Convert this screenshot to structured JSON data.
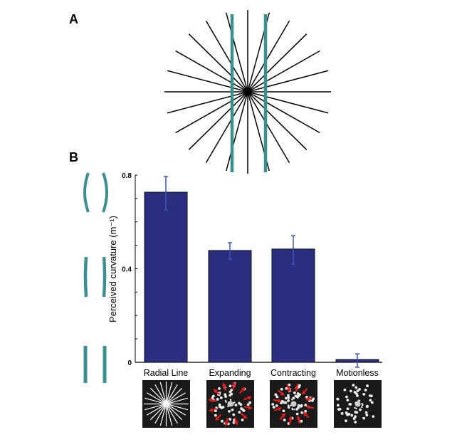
{
  "panels": {
    "a_label": "A",
    "b_label": "B"
  },
  "colors": {
    "bar": "#2b2d7e",
    "error": "#3457b5",
    "teal": "#3a8f91",
    "arrow": "#e21b1b"
  },
  "chart_data": {
    "type": "bar",
    "title": "",
    "xlabel": "",
    "ylabel": "Perceived curvature (m⁻¹)",
    "ylim": [
      0,
      0.8
    ],
    "yticks": [
      0,
      0.4,
      0.8
    ],
    "ytick_labels": [
      "0",
      "0.4",
      "0.8"
    ],
    "minor_tick_step": 0.1,
    "categories": [
      "Radial Line",
      "Expanding",
      "Contracting",
      "Motionless"
    ],
    "values": [
      0.727,
      0.478,
      0.484,
      0.012
    ],
    "error_low": [
      0.651,
      0.441,
      0.42,
      -0.021
    ],
    "error_high": [
      0.794,
      0.511,
      0.541,
      0.036
    ],
    "legend": "none"
  }
}
